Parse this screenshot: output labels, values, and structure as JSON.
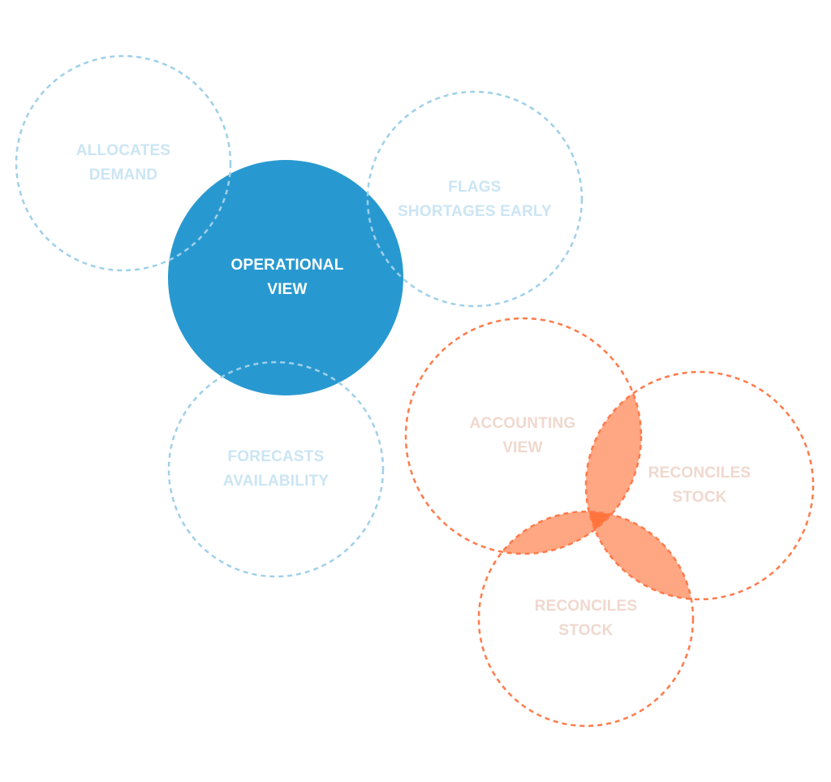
{
  "colors": {
    "operational_fill": "#2899d0",
    "blue_dash": "#9fd0ea",
    "orange_dash": "#ff7a4a",
    "overlap_fill": "#ff6a2e"
  },
  "nodes": {
    "allocates": {
      "line1": "ALLOCATES",
      "line2": "DEMAND"
    },
    "operational": {
      "line1": "OPERATIONAL",
      "line2": "VIEW"
    },
    "flags": {
      "line1": "FLAGS",
      "line2": "SHORTAGES EARLY"
    },
    "forecasts": {
      "line1": "FORECASTS",
      "line2": "AVAILABILITY"
    },
    "accounting": {
      "line1": "ACCOUNTING",
      "line2": "VIEW"
    },
    "reconciles_right": {
      "line1": "RECONCILES",
      "line2": "STOCK"
    },
    "reconciles_bottom": {
      "line1": "RECONCILES",
      "line2": "STOCK"
    }
  }
}
